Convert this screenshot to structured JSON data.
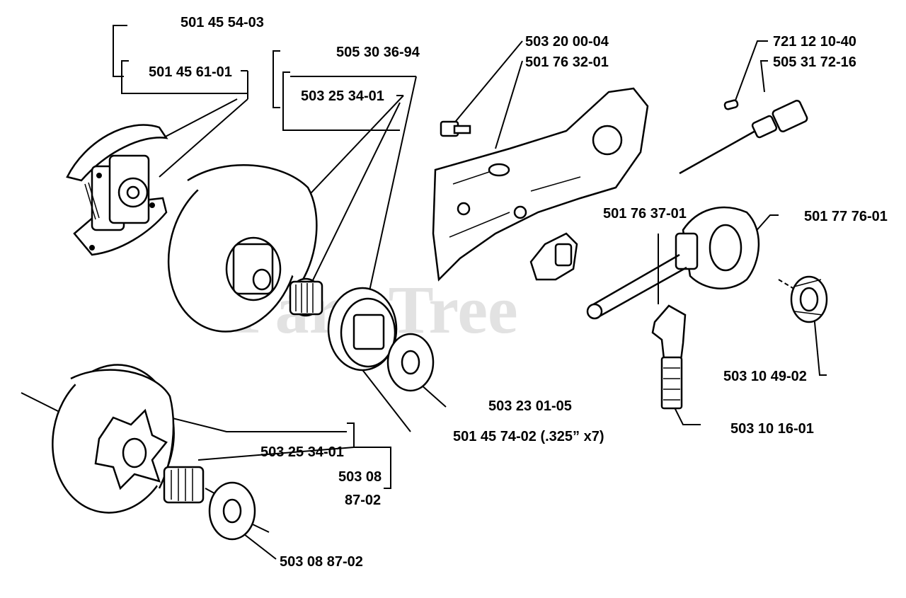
{
  "watermark": "PartsTree",
  "labels": {
    "p_501_45_54_03": "501 45 54-03",
    "p_501_45_61_01": "501 45 61-01",
    "p_505_30_36_94": "505 30 36-94",
    "p_503_25_34_01_top": "503 25 34-01",
    "p_503_20_00_04": "503 20 00-04",
    "p_501_76_32_01": "501 76 32-01",
    "p_721_12_10_40": "721 12 10-40",
    "p_505_31_72_16": "505 31 72-16",
    "p_501_76_37_01": "501 76 37-01",
    "p_501_77_76_01": "501 77 76-01",
    "p_503_10_49_02": "503 10 49-02",
    "p_503_23_01_05": "503 23 01-05",
    "p_501_45_74_02": "501 45 74-02 (.325” x7)",
    "p_503_10_16_01": "503 10 16-01",
    "p_503_25_34_01_bottom": "503 25 34-01",
    "p_503_08_a": "503 08",
    "p_87_02": "87-02",
    "p_503_08_87_02": "503 08 87-02"
  }
}
